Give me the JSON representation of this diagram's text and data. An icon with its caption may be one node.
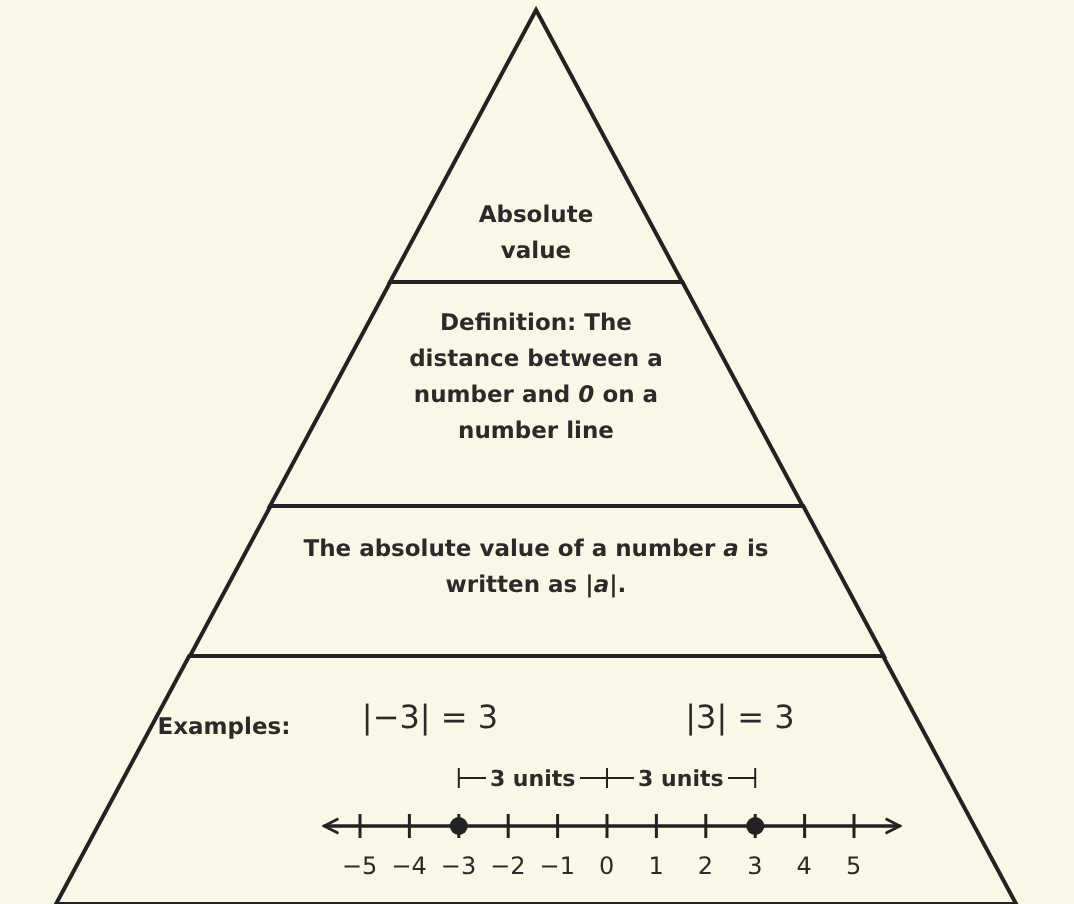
{
  "diagram": {
    "nodes": [
      {
        "text": [
          "Absolute value"
        ]
      },
      {
        "text": [
          "Definition: The distance between a number and *0* on a number line"
        ]
      },
      {
        "text": [
          "The absolute value of a number *a* is written as |*a*|."
        ]
      },
      {
        "text": [
          "Examples:",
          "|−3| = 3",
          "|3| = 3"
        ]
      }
    ],
    "labels": [
      "3 units",
      "3 units",
      "−5",
      "−4",
      "−3",
      "−2",
      "−1",
      "0",
      "1",
      "2",
      "3",
      "4",
      "5"
    ]
  }
}
